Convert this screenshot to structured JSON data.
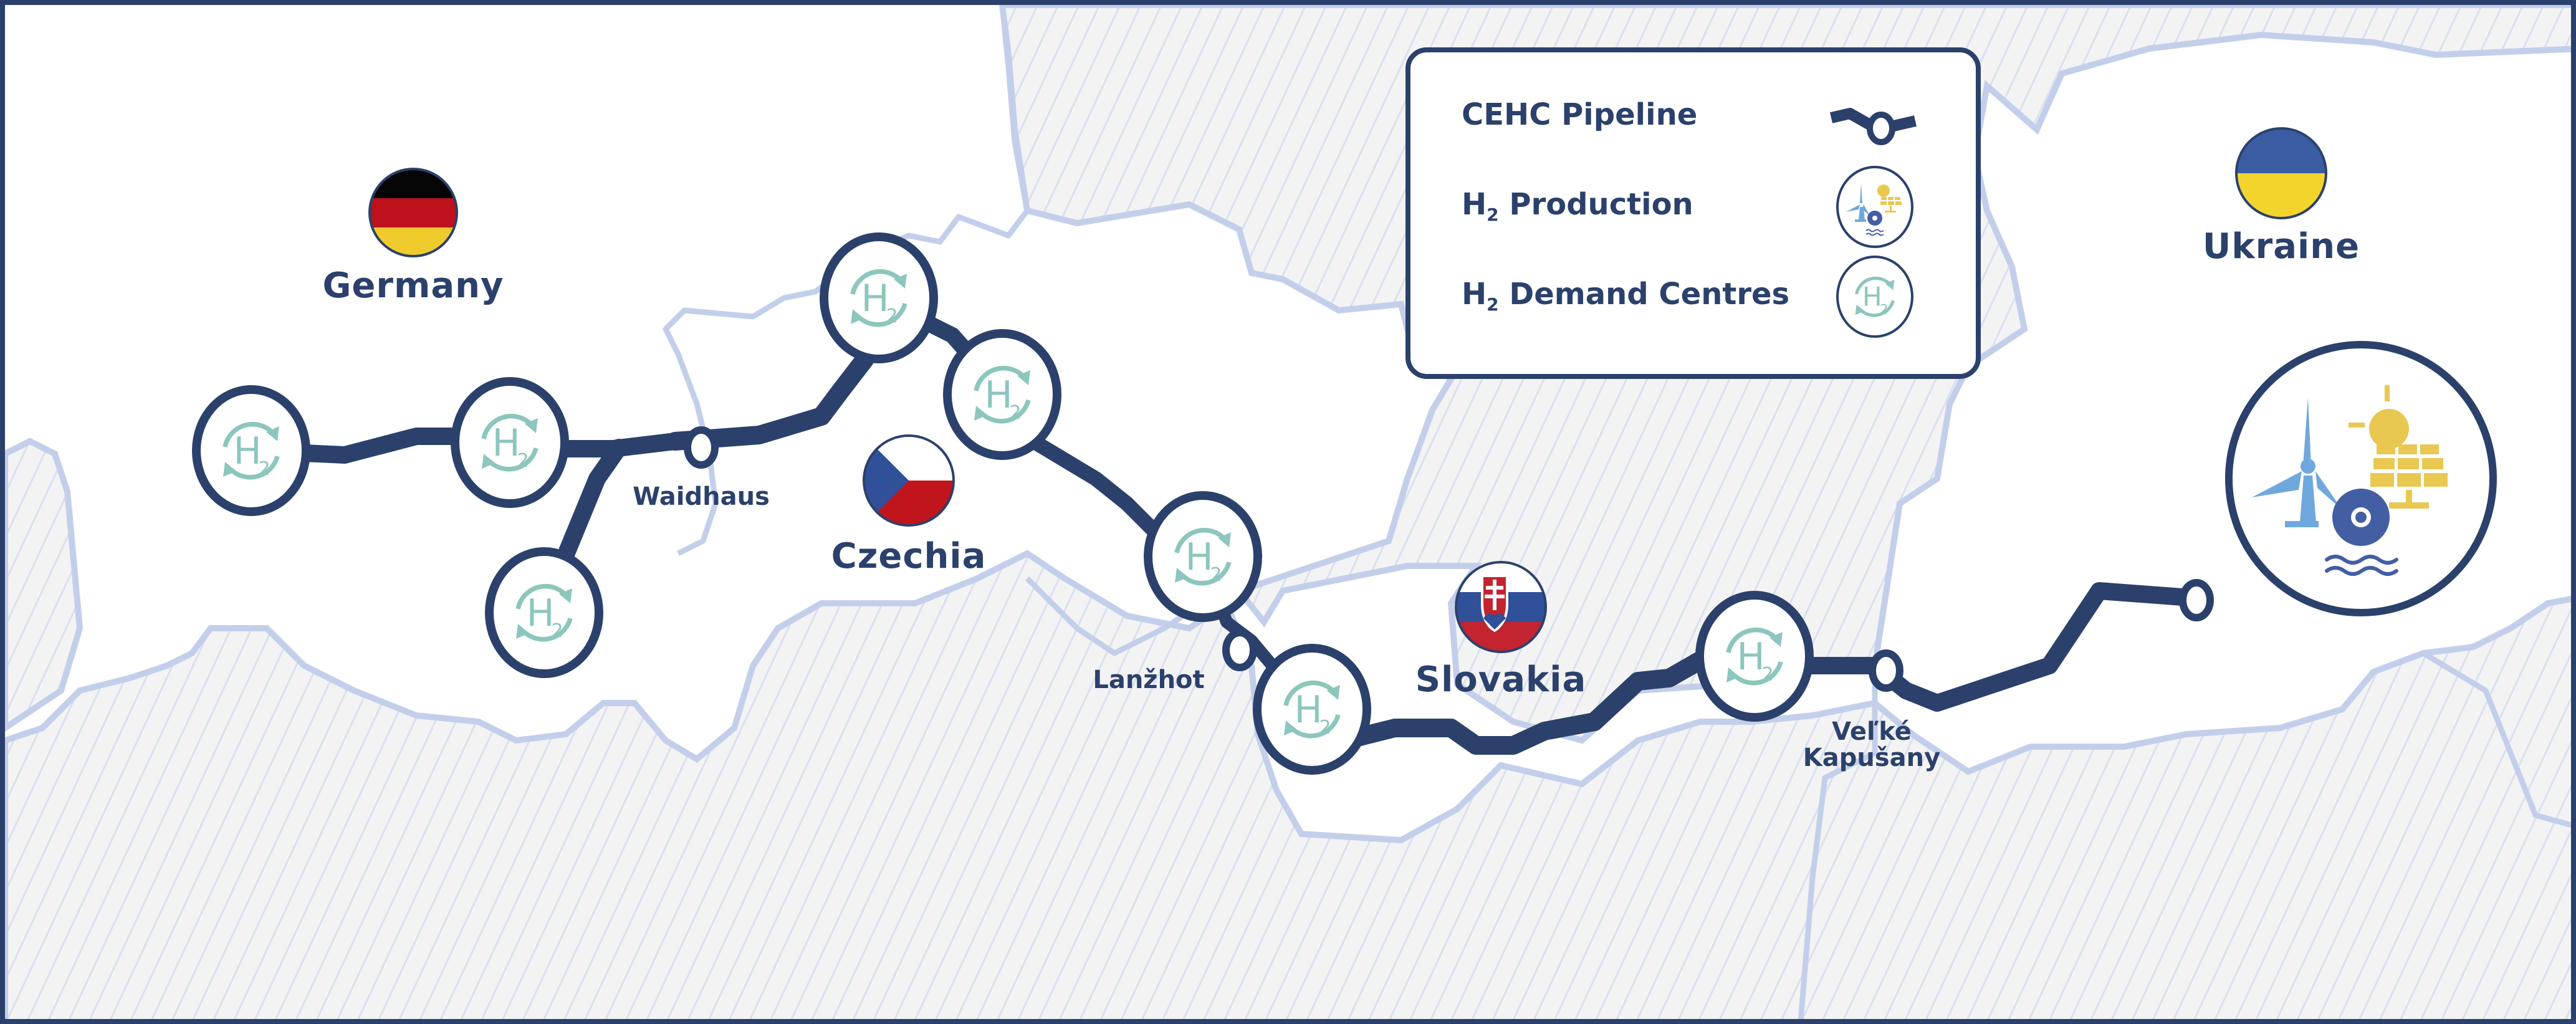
{
  "map": {
    "title_hidden": "Central European Hydrogen Corridor map",
    "colors": {
      "border": "#2b416c",
      "pipeline": "#2b416c",
      "country_outline": "#c3cfea",
      "hatch_fill": "#f3f3f3",
      "hatch_line": "#d9e0f1",
      "h2_icon": "#8cc6bd",
      "wind": "#6fa8dc",
      "solar": "#e9c852",
      "hydro": "#435ea3"
    }
  },
  "legend": {
    "items": [
      {
        "label": "CEHC Pipeline",
        "icon": "pipeline-segment-icon"
      },
      {
        "label_main": "H",
        "label_sub": "2",
        "label_rest": " Production",
        "icon": "renewable-production-icon"
      },
      {
        "label_main": "H",
        "label_sub": "2",
        "label_rest": " Demand Centres",
        "icon": "h2-demand-icon"
      }
    ]
  },
  "countries": [
    {
      "name": "Germany",
      "flag": "germany-flag",
      "flag_colors": [
        "#050505",
        "#bd111b",
        "#f0cb2e"
      ]
    },
    {
      "name": "Czechia",
      "flag": "czechia-flag",
      "flag_colors": [
        "#ffffff",
        "#c1151d",
        "#30509a"
      ]
    },
    {
      "name": "Slovakia",
      "flag": "slovakia-flag",
      "flag_colors": [
        "#ffffff",
        "#30509a",
        "#c32430"
      ]
    },
    {
      "name": "Ukraine",
      "flag": "ukraine-flag",
      "flag_colors": [
        "#3b5ca3",
        "#f3d42d"
      ]
    }
  ],
  "stations": [
    {
      "name": "Waidhaus"
    },
    {
      "name": "Lanžhot"
    },
    {
      "name_line1": "Veľké",
      "name_line2": "Kapušany"
    }
  ],
  "h2_demand_centres": {
    "label_main": "H",
    "label_sub": "2",
    "count": 9
  },
  "h2_production": {
    "location": "Ukraine",
    "elements": [
      "wind-turbine",
      "sun",
      "solar-panel",
      "hydro-turbine",
      "water-waves"
    ]
  }
}
